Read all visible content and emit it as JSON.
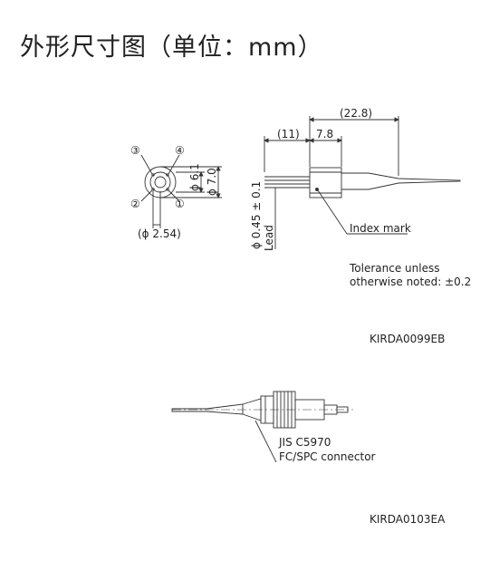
{
  "title": "外形尺寸图（单位：mm）",
  "drawing1": {
    "pin_labels": [
      "③",
      "④",
      "②",
      "①"
    ],
    "dim_pitch": "(ϕ 2.54)",
    "dim_inner_dia": "ϕ 6.1",
    "dim_outer_dia": "ϕ 7.0",
    "dim_total_length": "(22.8)",
    "dim_lead_length": "(11)",
    "dim_body_length": "7.8",
    "dim_lead_dia": "ϕ 0.45 ± 0.1",
    "dim_lead_label": "Lead",
    "index_mark_label": "Index mark",
    "tolerance_line1": "Tolerance unless",
    "tolerance_line2": "otherwise noted: ±0.2",
    "drawing_code": "KIRDA0099EB"
  },
  "drawing2": {
    "connector_line1": "JIS C5970",
    "connector_line2": "FC/SPC connector",
    "drawing_code": "KIRDA0103EA"
  }
}
